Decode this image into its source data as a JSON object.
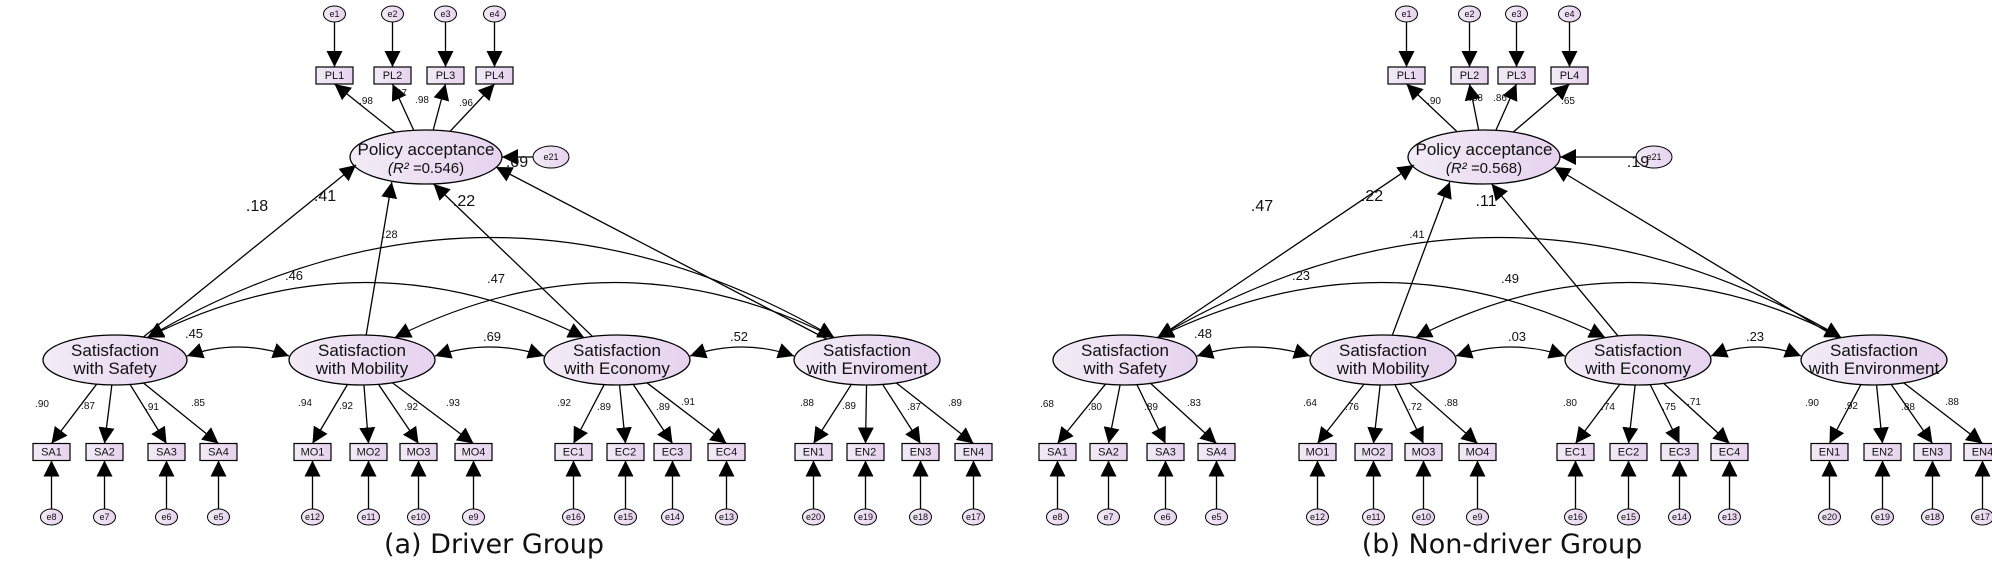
{
  "colors": {
    "node_fill": "#ecdcf0",
    "stroke": "#000000",
    "text": "#111111"
  },
  "panels": [
    {
      "caption": "(a) Driver Group",
      "policy": {
        "label": "Policy acceptance",
        "r2_label": "R² =",
        "r2_value": "0.546"
      },
      "policy_error": "e21",
      "policy_items": [
        {
          "label": "PL1",
          "error": "e1",
          "loading": ".98"
        },
        {
          "label": "PL2",
          "error": "e2",
          "loading": ".97"
        },
        {
          "label": "PL3",
          "error": "e3",
          "loading": ".98"
        },
        {
          "label": "PL4",
          "error": "e4",
          "loading": ".96"
        }
      ],
      "factors": [
        {
          "line1": "Satisfaction",
          "line2": "with Safety",
          "path": ".18",
          "items": [
            {
              "label": "SA1",
              "error": "e8",
              "loading": ".90"
            },
            {
              "label": "SA2",
              "error": "e7",
              "loading": ".87"
            },
            {
              "label": "SA3",
              "error": "e6",
              "loading": ".91"
            },
            {
              "label": "SA4",
              "error": "e5",
              "loading": ".85"
            }
          ]
        },
        {
          "line1": "Satisfaction",
          "line2": "with Mobility",
          "path": ".41",
          "items": [
            {
              "label": "MO1",
              "error": "e12",
              "loading": ".94"
            },
            {
              "label": "MO2",
              "error": "e11",
              "loading": ".92"
            },
            {
              "label": "MO3",
              "error": "e10",
              "loading": ".92"
            },
            {
              "label": "MO4",
              "error": "e9",
              "loading": ".93"
            }
          ]
        },
        {
          "line1": "Satisfaction",
          "line2": "with Economy",
          "path": ".22",
          "items": [
            {
              "label": "EC1",
              "error": "e16",
              "loading": ".92"
            },
            {
              "label": "EC2",
              "error": "e15",
              "loading": ".89"
            },
            {
              "label": "EC3",
              "error": "e14",
              "loading": ".89"
            },
            {
              "label": "EC4",
              "error": "e13",
              "loading": ".91"
            }
          ]
        },
        {
          "line1": "Satisfaction",
          "line2": "with Enviroment",
          "path": ".09",
          "items": [
            {
              "label": "EN1",
              "error": "e20",
              "loading": ".88"
            },
            {
              "label": "EN2",
              "error": "e19",
              "loading": ".89"
            },
            {
              "label": "EN3",
              "error": "e18",
              "loading": ".87"
            },
            {
              "label": "EN4",
              "error": "e17",
              "loading": ".89"
            }
          ]
        }
      ],
      "covariances": {
        "saf_mob": ".45",
        "mob_eco": ".69",
        "eco_env": ".52",
        "saf_eco": ".46",
        "mob_env": ".47",
        "saf_env": ".28"
      }
    },
    {
      "caption": "(b) Non-driver Group",
      "policy": {
        "label": "Policy acceptance",
        "r2_label": "R² =",
        "r2_value": "0.568"
      },
      "policy_error": "e21",
      "policy_items": [
        {
          "label": "PL1",
          "error": "e1",
          "loading": ".90"
        },
        {
          "label": "PL2",
          "error": "e2",
          "loading": ".88"
        },
        {
          "label": "PL3",
          "error": "e3",
          "loading": ".86"
        },
        {
          "label": "PL4",
          "error": "e4",
          "loading": ".65"
        }
      ],
      "factors": [
        {
          "line1": "Satisfaction",
          "line2": "with Safety",
          "path": ".47",
          "items": [
            {
              "label": "SA1",
              "error": "e8",
              "loading": ".68"
            },
            {
              "label": "SA2",
              "error": "e7",
              "loading": ".80"
            },
            {
              "label": "SA3",
              "error": "e6",
              "loading": ".89"
            },
            {
              "label": "SA4",
              "error": "e5",
              "loading": ".83"
            }
          ]
        },
        {
          "line1": "Satisfaction",
          "line2": "with Mobility",
          "path": ".22",
          "items": [
            {
              "label": "MO1",
              "error": "e12",
              "loading": ".64"
            },
            {
              "label": "MO2",
              "error": "e11",
              "loading": ".76"
            },
            {
              "label": "MO3",
              "error": "e10",
              "loading": ".72"
            },
            {
              "label": "MO4",
              "error": "e9",
              "loading": ".88"
            }
          ]
        },
        {
          "line1": "Satisfaction",
          "line2": "with Economy",
          "path": ".11",
          "items": [
            {
              "label": "EC1",
              "error": "e16",
              "loading": ".80"
            },
            {
              "label": "EC2",
              "error": "e15",
              "loading": ".74"
            },
            {
              "label": "EC3",
              "error": "e14",
              "loading": ".75"
            },
            {
              "label": "EC4",
              "error": "e13",
              "loading": ".71"
            }
          ]
        },
        {
          "line1": "Satisfaction",
          "line2": "with Environment",
          "path": ".19",
          "items": [
            {
              "label": "EN1",
              "error": "e20",
              "loading": ".90"
            },
            {
              "label": "EN2",
              "error": "e19",
              "loading": ".92"
            },
            {
              "label": "EN3",
              "error": "e18",
              "loading": ".88"
            },
            {
              "label": "EN4",
              "error": "e17",
              "loading": ".88"
            }
          ]
        }
      ],
      "covariances": {
        "saf_mob": ".48",
        "mob_eco": ".03",
        "eco_env": ".23",
        "saf_eco": ".23",
        "mob_env": ".49",
        "saf_env": ".41"
      }
    }
  ]
}
